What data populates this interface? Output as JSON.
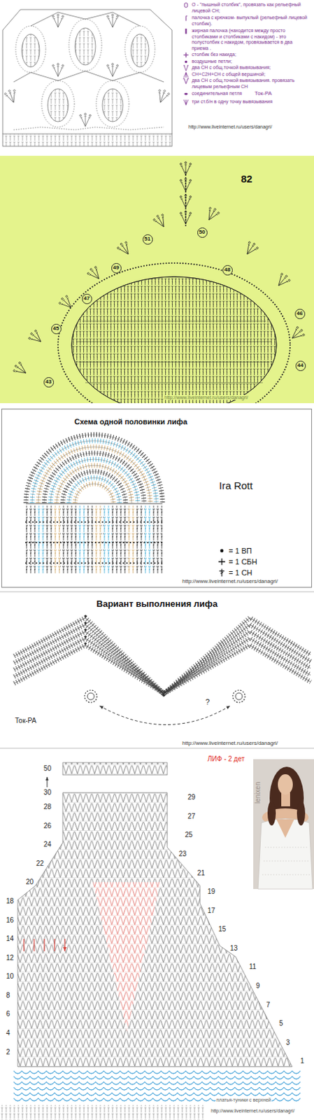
{
  "diagram": {
    "nodes": [
      {
        "text": [
          "51"
        ]
      },
      {
        "text": [
          "50"
        ]
      },
      {
        "text": [
          "49"
        ]
      },
      {
        "text": [
          "48"
        ]
      },
      {
        "text": [
          "47"
        ]
      },
      {
        "text": [
          "46"
        ]
      },
      {
        "text": [
          "45"
        ]
      },
      {
        "text": [
          "44"
        ]
      },
      {
        "text": [
          "43"
        ]
      },
      {
        "text": [
          "Схема одной половинки лифа",
          "Ira Rott"
        ]
      }
    ],
    "labels": [
      "Ток-РА",
      "http://www.liveinternet.ru/users/danagri/",
      "82",
      "http://www.liveinternet.ru/users/danagri/",
      "http://www.liveinternet.ru/users/danagri/",
      "Вариант выполнения лифа",
      "Ток-РА",
      "?",
      "http://www.liveinternet.ru/users/danagri/",
      "50",
      "30",
      "29",
      "28",
      "27",
      "26",
      "25",
      "24",
      "23",
      "22",
      "21",
      "20",
      "19",
      "18",
      "17",
      "16",
      "15",
      "14",
      "13",
      "12",
      "11",
      "10",
      "9",
      "8",
      "7",
      "6",
      "5",
      "4",
      "3",
      "2",
      "1",
      "ЛИФ - 2 дет",
      "lenixen",
      "платья-туники с верхней",
      "http://www.liveinternet.ru/users/danagri/"
    ],
    "legend": [
      {
        "text": "О - \"пышный столбик\", провязать как рельефный лицевой СН;"
      },
      {
        "text": "палочка с крючком- выпуклый (рельефный лицевой столбик)."
      },
      {
        "text": "жирная палочка (находится между просто столбиками и столбиками с накидом) - это полустолбик с накидом, провязывается в два приема ."
      },
      {
        "text": "столбик без накида;"
      },
      {
        "text": "воздушные петли;"
      },
      {
        "text": "два СН с общ.точкой вывязывания;"
      },
      {
        "text": "СН+С2Н+СН с общей вершиной;"
      },
      {
        "text": "два СН с общ.точкой вывязывания. провязать лицевым рельефным СН"
      },
      {
        "text": "соединительная петля"
      },
      {
        "text": "три ст.б/н в одну точку вывязывания"
      },
      {
        "text": "= 1 ВП"
      },
      {
        "text": "= 1 СБН"
      },
      {
        "text": "= 1 СН"
      }
    ]
  }
}
